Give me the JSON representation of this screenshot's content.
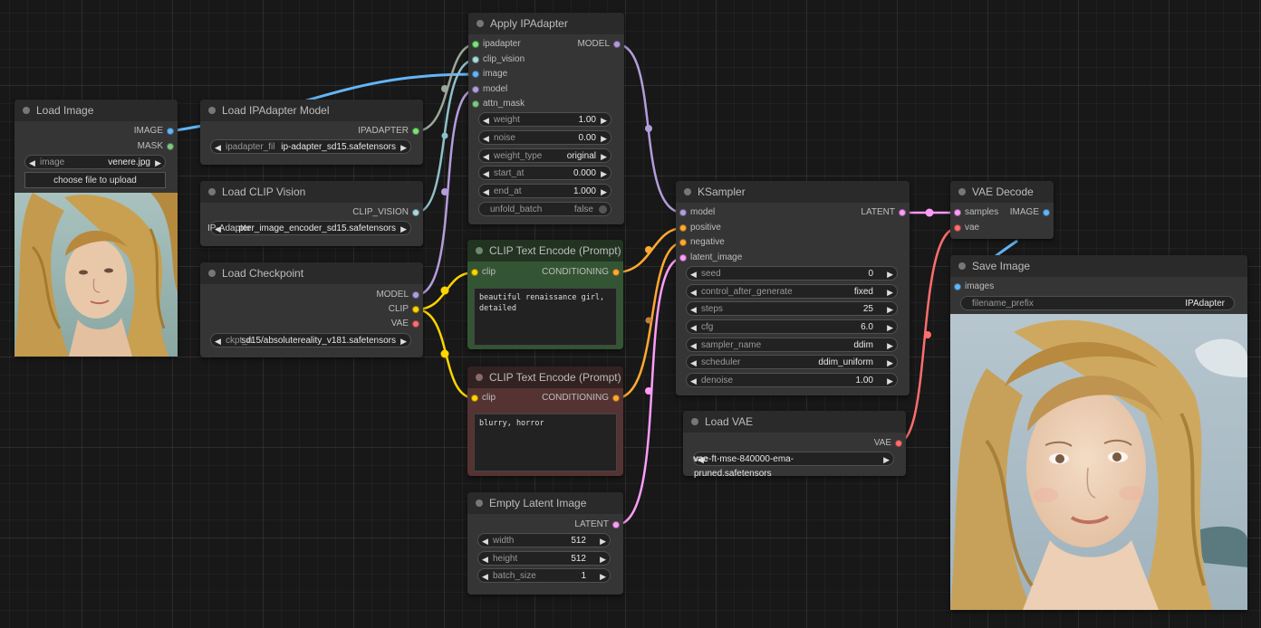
{
  "colors": {
    "model": "#b39ddb",
    "clip": "#ffd500",
    "vae": "#ff6e6e",
    "image": "#64b5f6",
    "latent": "#ff9cf9",
    "conditioning": "#ffa931",
    "clip_vision": "#a8dadc",
    "ipadapter": "#7be37b",
    "mask": "#81c784",
    "attn_mask": "#81c784"
  },
  "nodes": {
    "load_image": {
      "title": "Load Image",
      "outputs": [
        "IMAGE",
        "MASK"
      ],
      "image_widget": {
        "label": "image",
        "value": "venere.jpg"
      },
      "upload_button": "choose file to upload"
    },
    "load_ipadapter_model": {
      "title": "Load IPAdapter Model",
      "output": "IPADAPTER",
      "widget": {
        "label": "ipadapter_fil",
        "value": "ip-adapter_sd15.safetensors"
      }
    },
    "load_clip_vision": {
      "title": "Load CLIP Vision",
      "output": "CLIP_VISION",
      "widget": {
        "label": "IP-Adapter",
        "value": "pter_image_encoder_sd15.safetensors"
      }
    },
    "load_checkpoint": {
      "title": "Load Checkpoint",
      "outputs": [
        "MODEL",
        "CLIP",
        "VAE"
      ],
      "widget": {
        "label": "ckpt_n",
        "value": "sd15/absolutereality_v181.safetensors"
      }
    },
    "apply_ipadapter": {
      "title": "Apply IPAdapter",
      "inputs": [
        "ipadapter",
        "clip_vision",
        "image",
        "model",
        "attn_mask"
      ],
      "output": "MODEL",
      "widgets": [
        {
          "label": "weight",
          "value": "1.00"
        },
        {
          "label": "noise",
          "value": "0.00"
        },
        {
          "label": "weight_type",
          "value": "original"
        },
        {
          "label": "start_at",
          "value": "0.000"
        },
        {
          "label": "end_at",
          "value": "1.000"
        }
      ],
      "toggle": {
        "label": "unfold_batch",
        "value": "false"
      }
    },
    "clip_text_positive": {
      "title": "CLIP Text Encode (Prompt)",
      "input": "clip",
      "output": "CONDITIONING",
      "text": "beautiful renaissance girl,\ndetailed"
    },
    "clip_text_negative": {
      "title": "CLIP Text Encode (Prompt)",
      "input": "clip",
      "output": "CONDITIONING",
      "text": "blurry, horror"
    },
    "empty_latent": {
      "title": "Empty Latent Image",
      "output": "LATENT",
      "widgets": [
        {
          "label": "width",
          "value": "512"
        },
        {
          "label": "height",
          "value": "512"
        },
        {
          "label": "batch_size",
          "value": "1"
        }
      ]
    },
    "ksampler": {
      "title": "KSampler",
      "inputs": [
        "model",
        "positive",
        "negative",
        "latent_image"
      ],
      "output": "LATENT",
      "widgets": [
        {
          "label": "seed",
          "value": "0"
        },
        {
          "label": "control_after_generate",
          "value": "fixed"
        },
        {
          "label": "steps",
          "value": "25"
        },
        {
          "label": "cfg",
          "value": "6.0"
        },
        {
          "label": "sampler_name",
          "value": "ddim"
        },
        {
          "label": "scheduler",
          "value": "ddim_uniform"
        },
        {
          "label": "denoise",
          "value": "1.00"
        }
      ]
    },
    "load_vae": {
      "title": "Load VAE",
      "output": "VAE",
      "widget": {
        "label": "vae",
        "value": "vae-ft-mse-840000-ema-pruned.safetensors"
      }
    },
    "vae_decode": {
      "title": "VAE Decode",
      "inputs": [
        "samples",
        "vae"
      ],
      "output": "IMAGE"
    },
    "save_image": {
      "title": "Save Image",
      "input": "images",
      "widget": {
        "label": "filename_prefix",
        "value": "IPAdapter"
      }
    }
  }
}
